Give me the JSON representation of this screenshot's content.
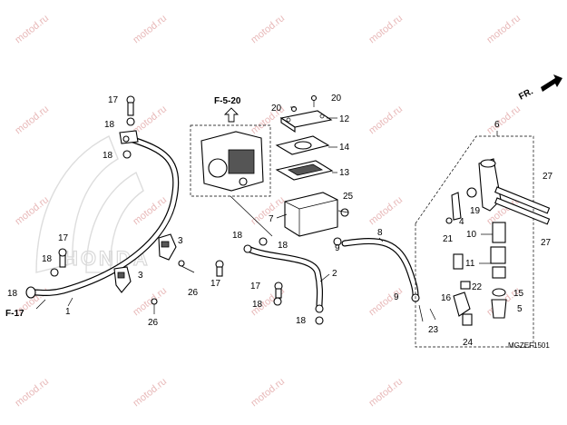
{
  "diagram": {
    "watermark": "motod.ru",
    "logo_text": "HONDA",
    "drawing_code": "MGZEF1501",
    "direction_label": "FR.",
    "references": {
      "top": "F-5-20",
      "left": "F-17"
    },
    "callouts": {
      "c1": "1",
      "c2": "2",
      "c3a": "3",
      "c3b": "3",
      "c4": "4",
      "c5": "5",
      "c6": "6",
      "c7": "7",
      "c8": "8",
      "c9a": "9",
      "c9b": "9",
      "c10": "10",
      "c11": "11",
      "c12": "12",
      "c13": "13",
      "c14": "14",
      "c15": "15",
      "c16": "16",
      "c17a": "17",
      "c17b": "17",
      "c17c": "17",
      "c17d": "17",
      "c18a": "18",
      "c18b": "18",
      "c18c": "18",
      "c18d": "18",
      "c18e": "18",
      "c18f": "18",
      "c18g": "18",
      "c18h": "18",
      "c19": "19",
      "c20a": "20",
      "c20b": "20",
      "c21": "21",
      "c22": "22",
      "c23": "23",
      "c24": "24",
      "c25": "25",
      "c26a": "26",
      "c26b": "26",
      "c27a": "27",
      "c27b": "27"
    }
  }
}
